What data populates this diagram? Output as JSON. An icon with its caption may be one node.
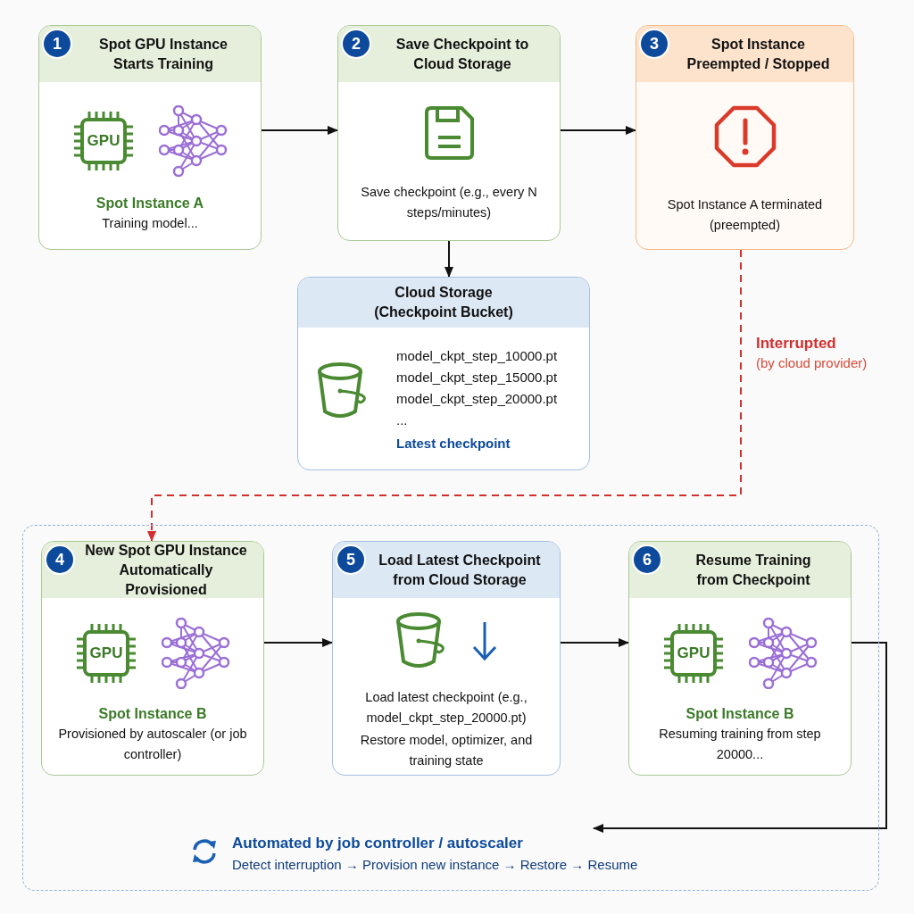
{
  "diagram": {
    "nodes": [
      {
        "text": [
          "1",
          "Spot GPU Instance Starts Training",
          "Spot Instance A",
          "Training model..."
        ]
      },
      {
        "text": [
          "2",
          "Save Checkpoint to Cloud Storage",
          "Save checkpoint (e.g., every N steps/minutes)"
        ]
      },
      {
        "text": [
          "3",
          "Spot Instance Preempted / Stopped",
          "Spot Instance A terminated (preempted)"
        ]
      },
      {
        "text": [
          "Cloud Storage (Checkpoint Bucket)",
          "model_ckpt_step_10000.pt",
          "model_ckpt_step_15000.pt",
          "model_ckpt_step_20000.pt",
          "...",
          "Latest checkpoint"
        ]
      },
      {
        "text": [
          "Automated by job controller / autoscaler",
          "Detect interruption → Provision new instance → Restore → Resume"
        ]
      },
      {
        "text": [
          "4",
          "New Spot GPU Instance Automatically Provisioned",
          "Spot Instance B",
          "Provisioned by autoscaler (or job controller)"
        ],
        "in": 4
      },
      {
        "text": [
          "5",
          "Load Latest Checkpoint from Cloud Storage",
          "Load latest checkpoint (e.g., model_ckpt_step_20000.pt)",
          "Restore model, optimizer, and training state"
        ],
        "in": 4
      },
      {
        "text": [
          "6",
          "Resume Training from Checkpoint",
          "Spot Instance B",
          "Resuming training from step 20000..."
        ],
        "in": 4
      }
    ],
    "edges": [
      {
        "from": 0,
        "to": 1,
        "arrow": "to"
      },
      {
        "from": 1,
        "to": 2,
        "arrow": "to"
      },
      {
        "from": 1,
        "to": 3,
        "arrow": "to"
      },
      {
        "from": 2,
        "to": 5,
        "arrow": "to",
        "label": "**Interrupted** (by cloud provider)",
        "style": "dashed",
        "color": "#d32f2f"
      },
      {
        "from": 5,
        "to": 6,
        "arrow": "to"
      },
      {
        "from": 6,
        "to": 7,
        "arrow": "to"
      },
      {
        "from": 7,
        "to": null,
        "arrow": "to"
      }
    ],
    "labels": [
      "GPU",
      "GPU",
      "GPU"
    ]
  }
}
